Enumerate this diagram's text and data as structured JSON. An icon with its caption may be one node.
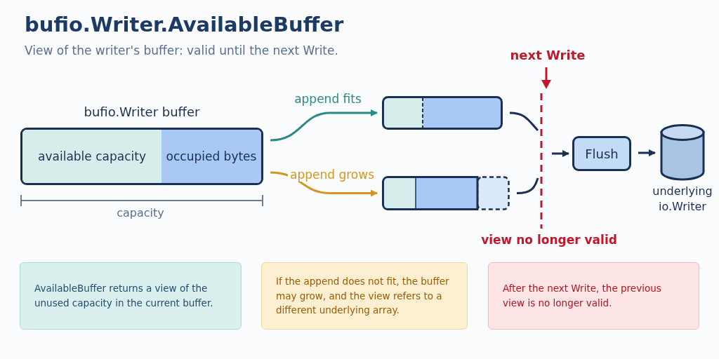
{
  "diagram": {
    "title": "bufio.Writer.AvailableBuffer",
    "nodes": [
      {
        "text": [
          "bufio.Writer buffer"
        ]
      },
      {
        "text": [
          "available capacity"
        ],
        "in": 0
      },
      {
        "text": [
          "occupied bytes"
        ],
        "in": 0
      },
      {
        "text": [],
        "shape": "bar"
      },
      {
        "text": [],
        "shape": "bar"
      },
      {
        "text": [
          "Flush"
        ]
      },
      {
        "text": [
          "underlying io.Writer"
        ]
      },
      {
        "text": [
          "AvailableBuffer returns a view of the unused capacity in the current buffer."
        ]
      },
      {
        "text": [
          "If the append does not fit, the buffer may grow, and the view refers to a different underlying array."
        ]
      },
      {
        "text": [
          "After the next Write, the previous view is no longer valid."
        ]
      }
    ],
    "edges": [
      {
        "from": 0,
        "to": 3,
        "arrow": "to",
        "label": "append fits",
        "color": "#2a8a86"
      },
      {
        "from": 0,
        "to": 4,
        "arrow": "to",
        "label": "append grows",
        "color": "#d4961c"
      },
      {
        "from": 3,
        "to": null,
        "arrow": "none"
      },
      {
        "from": 4,
        "to": null,
        "arrow": "none"
      },
      {
        "from": null,
        "to": 5,
        "arrow": "to"
      },
      {
        "from": 5,
        "to": 6,
        "arrow": "to"
      }
    ],
    "labels": [
      "View of the writer's buffer: valid until the next Write.",
      "next Write",
      "capacity",
      "view no longer valid"
    ]
  }
}
